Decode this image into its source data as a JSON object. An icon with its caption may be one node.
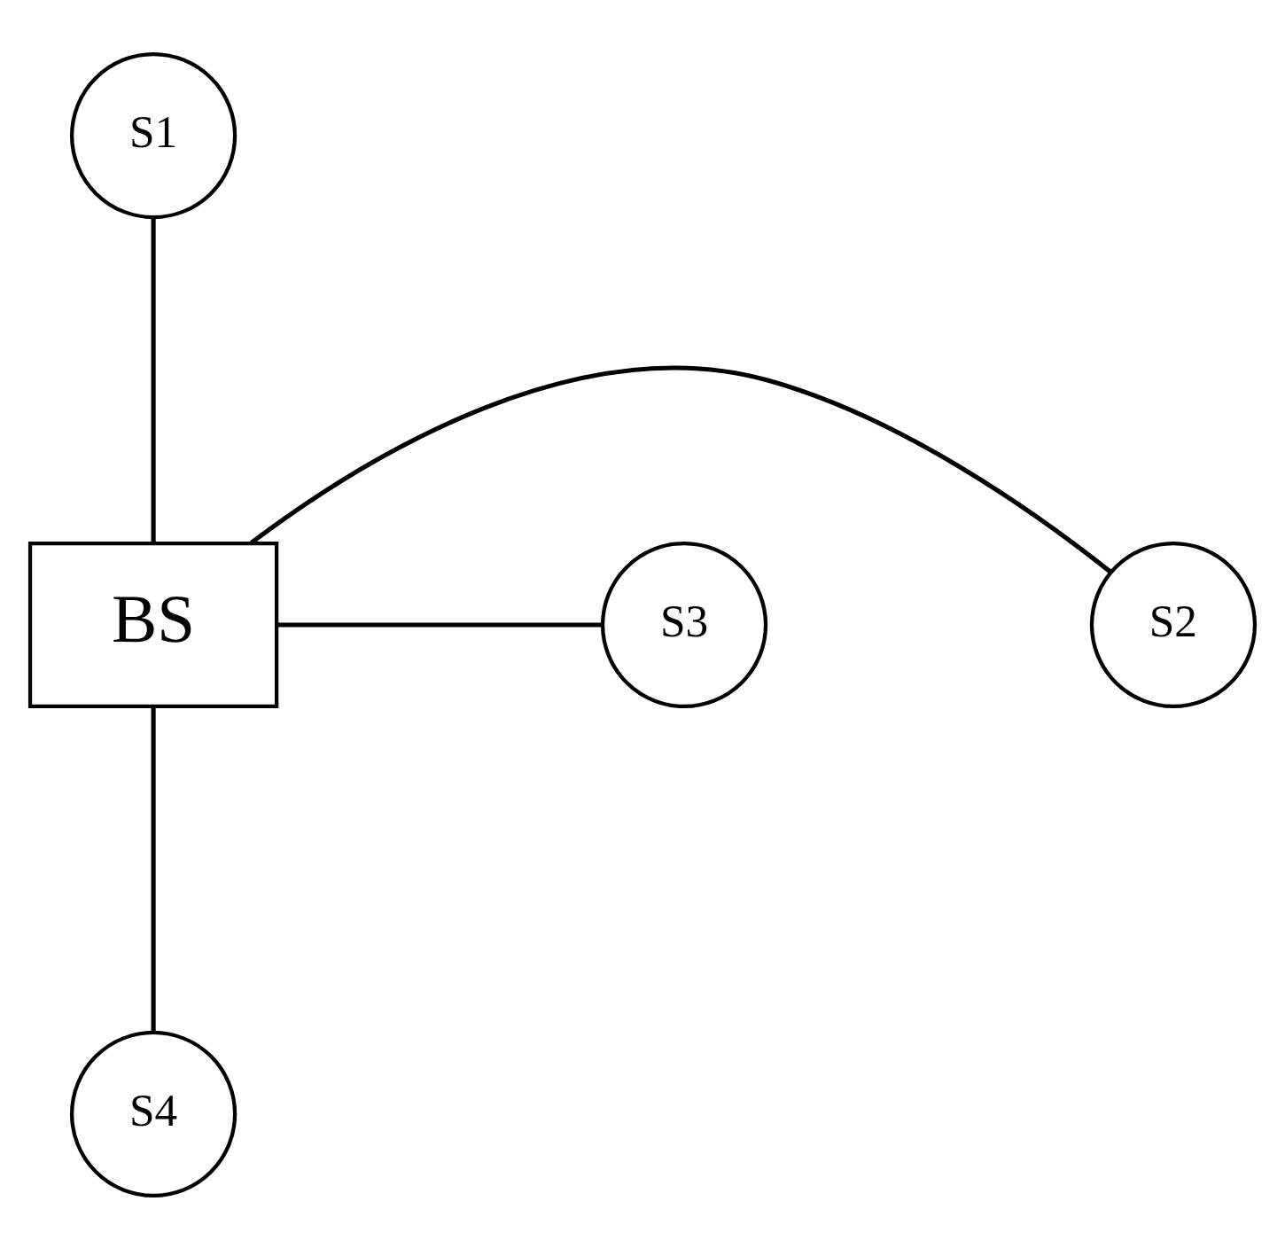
{
  "diagram": {
    "nodes": [
      {
        "text": [
          "BS"
        ]
      },
      {
        "text": [
          "S1"
        ]
      },
      {
        "text": [
          "S2"
        ]
      },
      {
        "text": [
          "S3"
        ]
      },
      {
        "text": [
          "S4"
        ]
      }
    ],
    "edges": [
      {
        "from": 0,
        "to": 1,
        "arrow": "none"
      },
      {
        "from": 0,
        "to": 2,
        "arrow": "none"
      },
      {
        "from": 0,
        "to": 3,
        "arrow": "none"
      },
      {
        "from": 0,
        "to": 4,
        "arrow": "none"
      }
    ]
  }
}
